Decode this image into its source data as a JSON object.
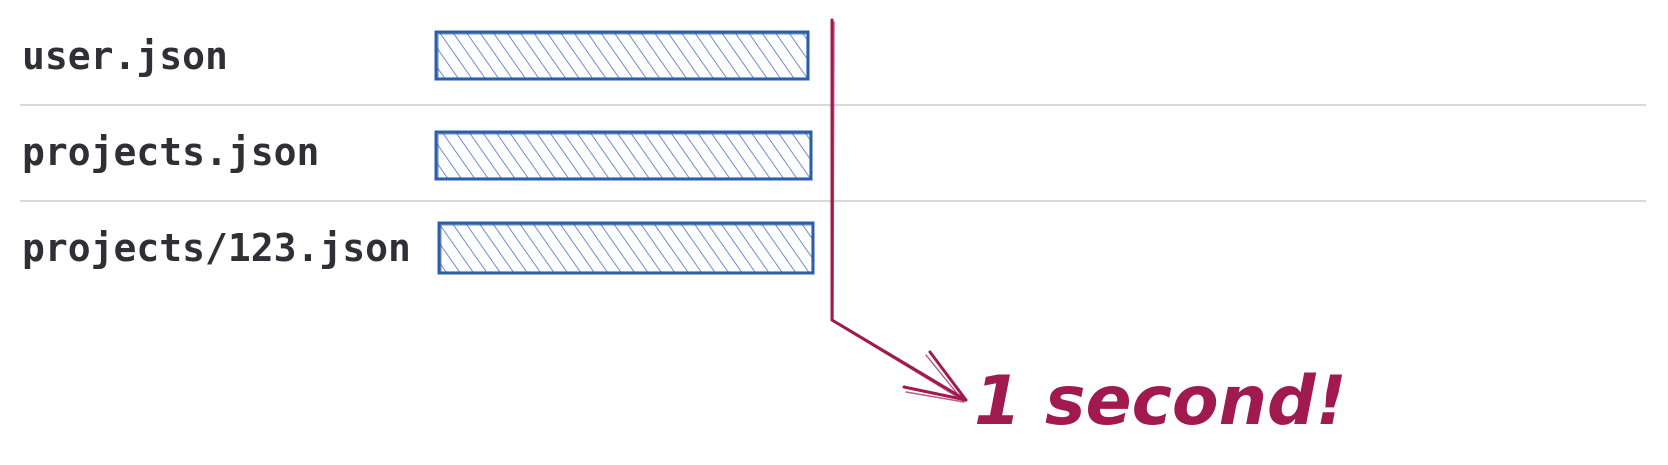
{
  "colors": {
    "label_text": "#2f2f36",
    "bar_stroke": "#2c5fa8",
    "bar_hatch": "#4a6fd0",
    "divider": "#d9d9d9",
    "annotation": "#a01a4f"
  },
  "rows": [
    {
      "label": "user.json"
    },
    {
      "label": "projects.json"
    },
    {
      "label": "projects/123.json"
    }
  ],
  "annotation": {
    "text": "1 second!"
  }
}
